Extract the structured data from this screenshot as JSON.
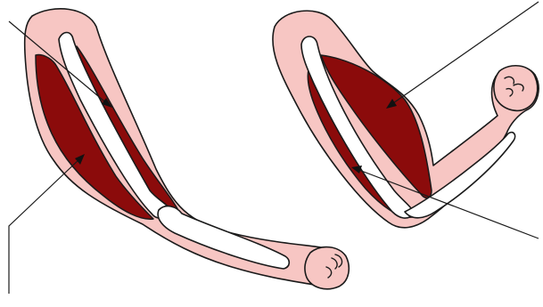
{
  "diagram": {
    "figures": [
      {
        "id": "extended-arm",
        "state": "extended"
      },
      {
        "id": "flexed-arm",
        "state": "flexed"
      }
    ],
    "colors": {
      "skin": "#f7c6c3",
      "muscle": "#8b0b0b",
      "bone": "#ffffff",
      "outline": "#1a1a1a",
      "background": "#ffffff"
    },
    "label_lines": 4,
    "labels_text_visible": false
  }
}
